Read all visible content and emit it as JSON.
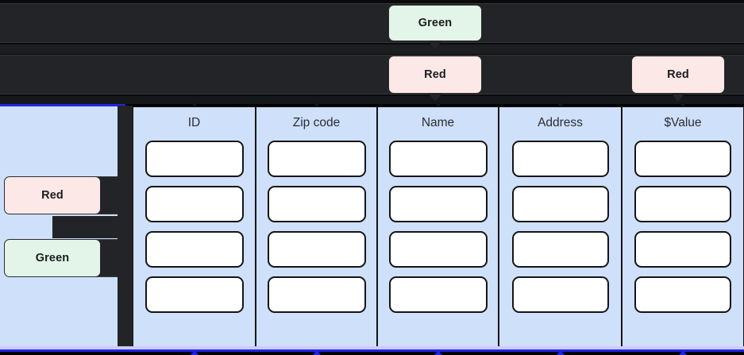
{
  "callouts": {
    "top_green": {
      "label": "Green",
      "color": "#e3f5e8"
    },
    "top_red": {
      "label": "Red",
      "color": "#fce9e7"
    },
    "top_right_red": {
      "label": "Red",
      "color": "#fce9e7"
    },
    "side_red": {
      "label": "Red",
      "color": "#fce9e7"
    },
    "side_green": {
      "label": "Green",
      "color": "#e3f5e8"
    }
  },
  "theme": {
    "dark_row": "#232427",
    "panel_blue": "#cfe0fb",
    "accent_blue": "#2323e8",
    "cell_white": "#ffffff",
    "outline": "#151515"
  },
  "table": {
    "columns": [
      {
        "header": "ID",
        "cells": [
          "",
          "",
          "",
          ""
        ]
      },
      {
        "header": "Zip code",
        "cells": [
          "",
          "",
          "",
          ""
        ]
      },
      {
        "header": "Name",
        "cells": [
          "",
          "",
          "",
          ""
        ]
      },
      {
        "header": "Address",
        "cells": [
          "",
          "",
          "",
          ""
        ]
      },
      {
        "header": "$Value",
        "cells": [
          "",
          "",
          "",
          ""
        ]
      }
    ],
    "row_count": 4
  }
}
